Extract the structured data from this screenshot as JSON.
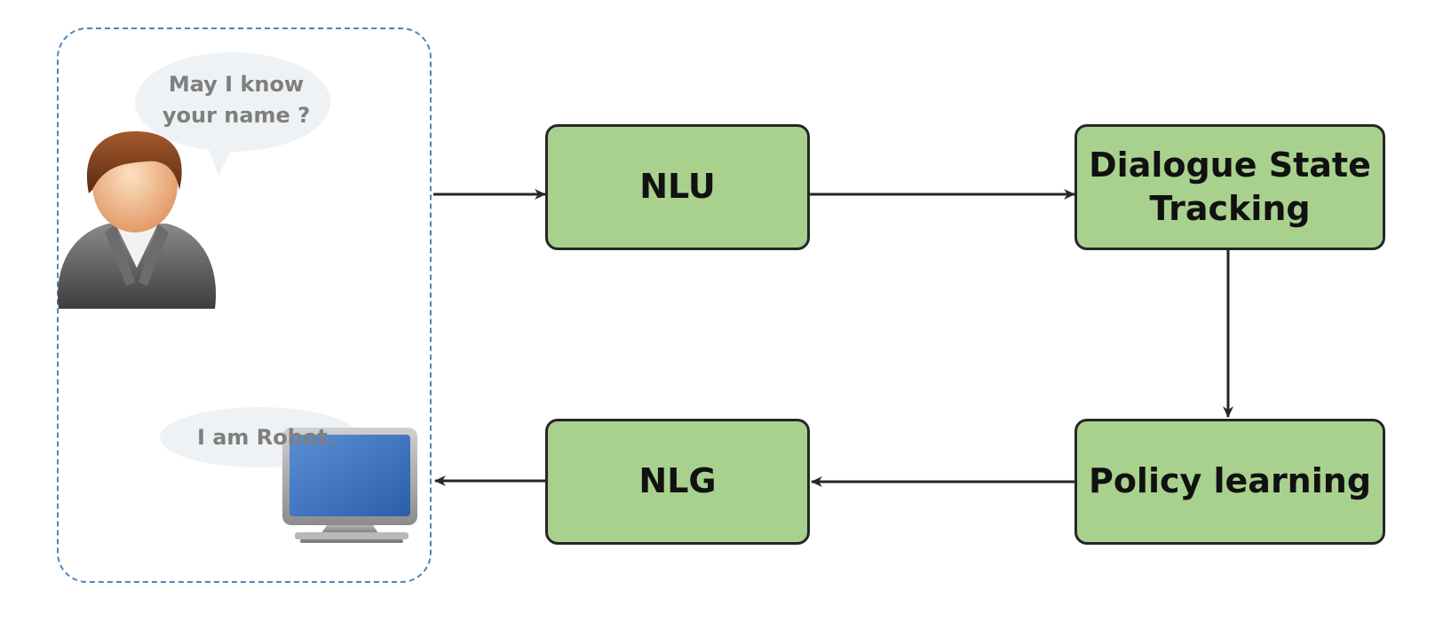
{
  "modules": {
    "nlu": "NLU",
    "dst_line1": "Dialogue State",
    "dst_line2": "Tracking",
    "policy": "Policy learning",
    "nlg": "NLG"
  },
  "user_speech": {
    "line1": "May I know",
    "line2": "your name ?"
  },
  "robot_speech": "I am Robot.",
  "icons": [
    "user-avatar-icon",
    "computer-monitor-icon"
  ],
  "colors": {
    "module_fill": "#a9d18e",
    "module_border": "#262626",
    "panel_border": "#4f86b7",
    "bubble_fill": "#eef2f4",
    "bubble_text": "#7f7f7f",
    "arrow": "#262626"
  }
}
